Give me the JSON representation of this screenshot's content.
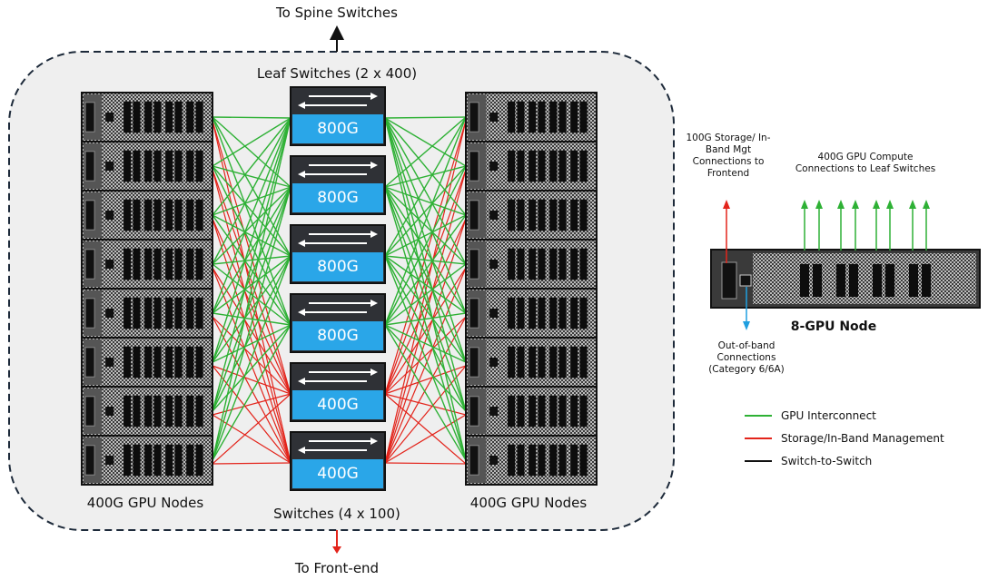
{
  "labels": {
    "top": "To Spine Switches",
    "bottom": "To Front-end",
    "leaf": "Leaf Switches (2 x 400)",
    "switches": "Switches  (4 x 100)",
    "left_nodes": "400G GPU Nodes",
    "right_nodes": "400G GPU Nodes"
  },
  "switches": [
    {
      "speed": "800G",
      "type": "leaf"
    },
    {
      "speed": "800G",
      "type": "leaf"
    },
    {
      "speed": "800G",
      "type": "leaf"
    },
    {
      "speed": "800G",
      "type": "leaf"
    },
    {
      "speed": "400G",
      "type": "storage"
    },
    {
      "speed": "400G",
      "type": "storage"
    }
  ],
  "node_count_per_rack": 8,
  "node_detail": {
    "title": "8-GPU Node",
    "storage_label": "100G Storage/ In-Band Mgt Connections to Frontend",
    "compute_label": "400G GPU Compute Connections to Leaf Switches",
    "oob_label": "Out-of-band Connections (Category 6/6A)"
  },
  "legend": [
    {
      "label": "GPU Interconnect",
      "color": "#2eb135"
    },
    {
      "label": "Storage/In-Band Management",
      "color": "#e3241b"
    },
    {
      "label": "Switch-to-Switch",
      "color": "#111111"
    }
  ],
  "colors": {
    "green": "#2eb135",
    "red": "#e3241b",
    "blue": "#1f9fe0",
    "switch_blue": "#2aa6e8",
    "switch_dark": "#2f3136",
    "cluster_bg": "#efefef"
  }
}
